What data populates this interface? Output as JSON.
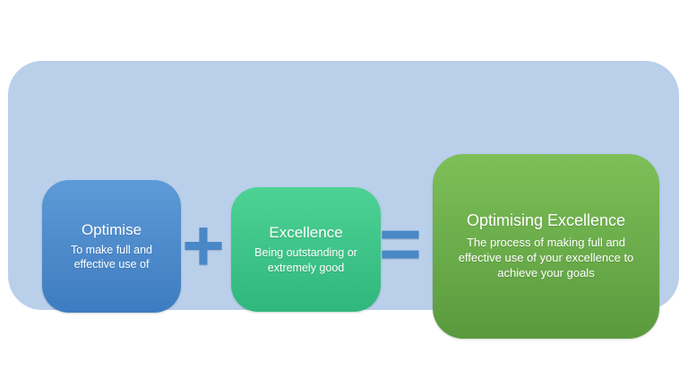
{
  "diagram": {
    "panel_color": "#b9cfea",
    "operator_color": "#4a87c7",
    "boxes": [
      {
        "title": "Optimise",
        "subtitle": "To make full and effective use of",
        "color_top": "#5e9ad7",
        "color_bottom": "#3d7cc0"
      },
      {
        "title": "Excellence",
        "subtitle": "Being outstanding or extremely good",
        "color_top": "#4ed294",
        "color_bottom": "#2fb77d"
      },
      {
        "title": "Optimising Excellence",
        "subtitle": "The process of making full and effective use of your excellence to achieve your goals",
        "color_top": "#7dbf58",
        "color_bottom": "#5a9a3e"
      }
    ],
    "operators": {
      "plus": "+",
      "equals": "="
    }
  }
}
